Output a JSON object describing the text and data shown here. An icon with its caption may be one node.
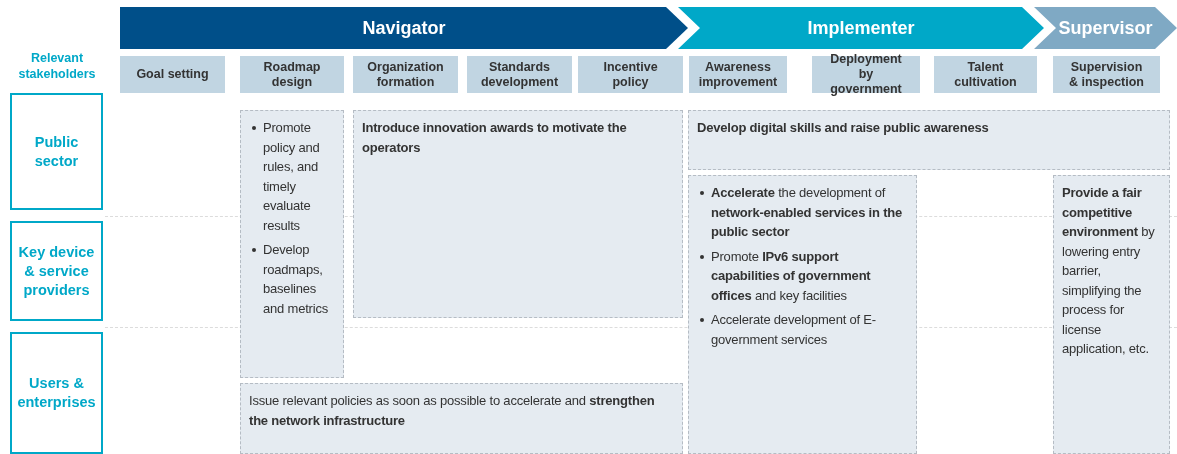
{
  "diagram": {
    "nodes": [
      {
        "text": [
          "Navigator"
        ]
      },
      {
        "text": [
          "Implementer"
        ]
      },
      {
        "text": [
          "Supervisor"
        ]
      },
      {
        "text": [
          "Goal setting"
        ]
      },
      {
        "text": [
          "Roadmap design"
        ]
      },
      {
        "text": [
          "Organization formation"
        ]
      },
      {
        "text": [
          "Standards development"
        ]
      },
      {
        "text": [
          "Incentive policy"
        ]
      },
      {
        "text": [
          "Awareness improvement"
        ]
      },
      {
        "text": [
          "Deployment by government"
        ]
      },
      {
        "text": [
          "Talent cultivation"
        ]
      },
      {
        "text": [
          "Supervision & inspection"
        ]
      },
      {
        "text": [
          "Public sector"
        ]
      },
      {
        "text": [
          "Key device & service providers"
        ]
      },
      {
        "text": [
          "Users & enterprises"
        ]
      },
      {
        "text": [
          "Promote policy and rules, and timely evaluate results",
          "Develop roadmaps, baselines and metrics"
        ]
      },
      {
        "text": [
          "Introduce innovation awards to motivate the operators"
        ]
      },
      {
        "text": [
          "Develop digital skills and raise public awareness"
        ]
      },
      {
        "text": [
          "**Accelerate** the development of **network-enabled services in the public sector**",
          "Promote **IPv6 support capabilities of government offices** and key facilities",
          "Accelerate development of E-government services"
        ]
      },
      {
        "text": [
          "**Provide a fair competitive environment** by lowering entry barrier, simplifying the process for license application, etc."
        ]
      },
      {
        "text": [
          "Issue relevant policies as soon as possible to accelerate and **strengthen the network infrastructure**"
        ]
      }
    ],
    "edges": [],
    "labels": [
      "Relevant stakeholders"
    ]
  }
}
